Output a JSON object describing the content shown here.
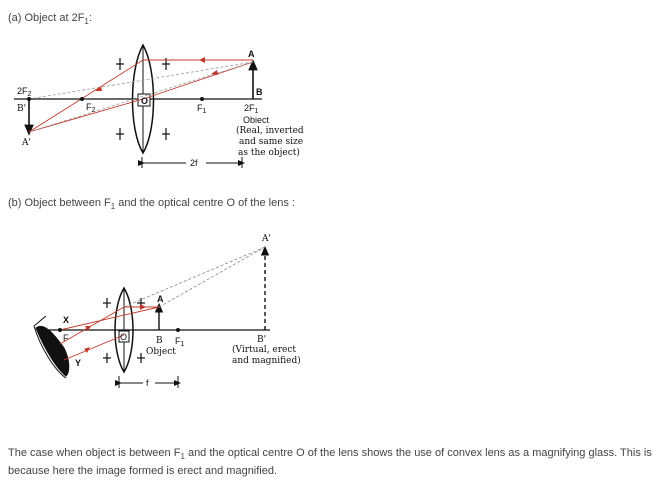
{
  "part_a": {
    "caption_prefix": "(a) Object at 2F",
    "caption_sub": "1",
    "caption_suffix": ":",
    "labels": {
      "two_f2": "2F",
      "two_f2_sub": "2",
      "b_prime": "B'",
      "a_prime": "A'",
      "f2": "F",
      "f2_sub": "2",
      "o": "O",
      "f1": "F",
      "f1_sub": "1",
      "a": "A",
      "b": "B",
      "two_f1": "2F",
      "two_f1_sub": "1",
      "object": "Obiect",
      "note_line1": "(Real, inverted",
      "note_line2": "and same size",
      "note_line3": "as the object)",
      "dimension": "2f"
    }
  },
  "part_b": {
    "caption_prefix": "(b) Object between F",
    "caption_sub": "1",
    "caption_suffix": " and the optical centre O of the lens :",
    "labels": {
      "a_prime": "A'",
      "a": "A",
      "x": "X",
      "y": "Y",
      "f": "F",
      "o": "O",
      "b": "B",
      "f1": "F",
      "f1_sub": "1",
      "object": "Object",
      "b_prime": "B'",
      "note_line1": "(Virtual, erect",
      "note_line2": "and magnified)",
      "dimension": "f"
    }
  },
  "conclusion": {
    "text_part1": "The case when object is between F",
    "text_sub": "1",
    "text_part2": " and the optical centre O of the lens shows the use of convex lens as a magnifying glass. This is because here the image formed is erect and magnified."
  }
}
